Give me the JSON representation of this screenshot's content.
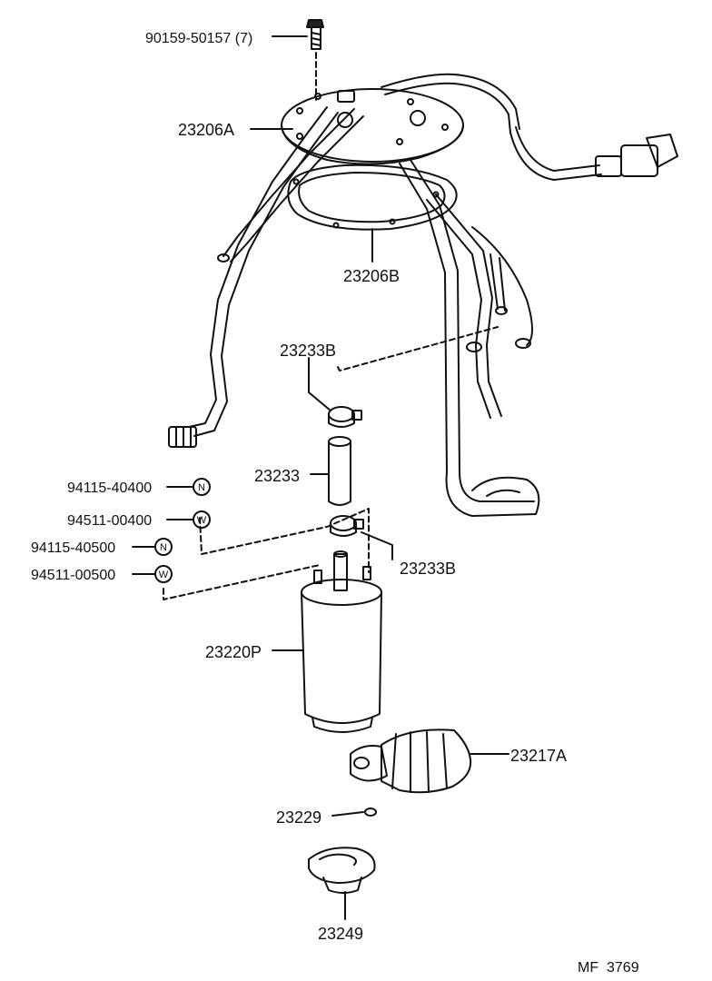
{
  "labels": {
    "bolt": "90159-50157 (7)",
    "plate": "23206A",
    "gasket": "23206B",
    "clamp_upper": "23233B",
    "hose": "23233",
    "clamp_lower": "23233B",
    "nut_1": "94115-40400",
    "washer_1": "94511-00400",
    "nut_2": "94115-40500",
    "washer_2": "94511-00500",
    "pump": "23220P",
    "filter": "23217A",
    "ring": "23229",
    "cushion": "23249",
    "footer_code": "MF  3769"
  },
  "symbols": {
    "nut": "N",
    "washer": "W"
  }
}
